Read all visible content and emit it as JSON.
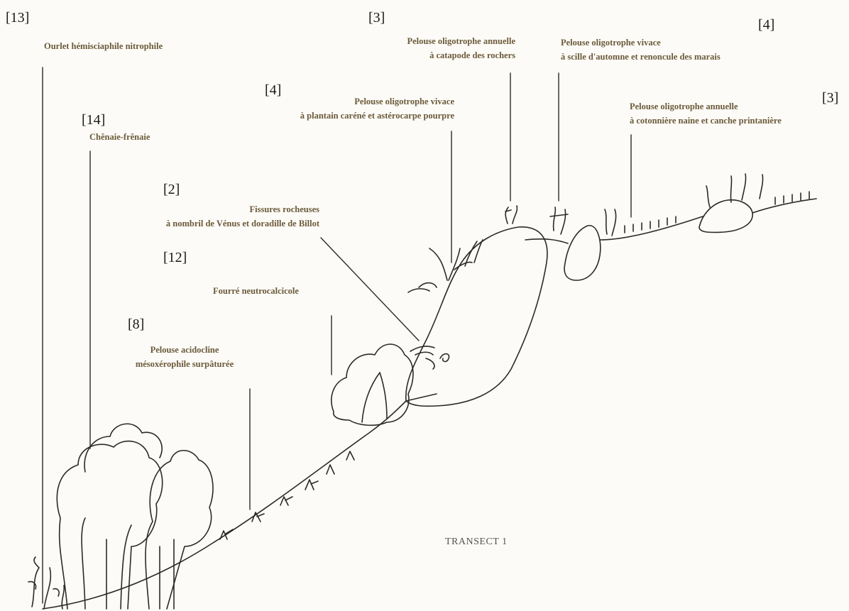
{
  "transect_title": "TRANSECT 1",
  "ink_color": "#2a2a2a",
  "label_color": "#6b5a3a",
  "habitats": [
    {
      "id": "ourlet",
      "code": "[13]",
      "lines": [
        "Ourlet hémisciaphile nitrophile"
      ]
    },
    {
      "id": "chenaie",
      "code": "[14]",
      "lines": [
        "Chênaie-frênaie"
      ]
    },
    {
      "id": "pelouse-acidocline",
      "code": "[8]",
      "lines": [
        "Pelouse acidocline",
        "mésoxérophile surpâturée"
      ]
    },
    {
      "id": "fourre",
      "code": "[12]",
      "lines": [
        "Fourré neutrocalcicole"
      ]
    },
    {
      "id": "fissures",
      "code": "[2]",
      "lines": [
        "Fissures rocheuses",
        "à nombril de Vénus et doradille de Billot"
      ]
    },
    {
      "id": "pelouse-plantain",
      "code": "[4]",
      "lines": [
        "Pelouse oligotrophe vivace",
        "à plantain caréné et astérocarpe pourpre"
      ]
    },
    {
      "id": "pelouse-catapode",
      "code": "[3]",
      "lines": [
        "Pelouse oligotrophe annuelle",
        "à catapode des rochers"
      ]
    },
    {
      "id": "pelouse-scille",
      "code": "[4]",
      "lines": [
        "Pelouse oligotrophe vivace",
        "à scille d'automne et renoncule des marais"
      ]
    },
    {
      "id": "pelouse-cotonniere",
      "code": "[3]",
      "lines": [
        "Pelouse oligotrophe annuelle",
        "à cotonnière naine et canche printanière"
      ]
    }
  ]
}
